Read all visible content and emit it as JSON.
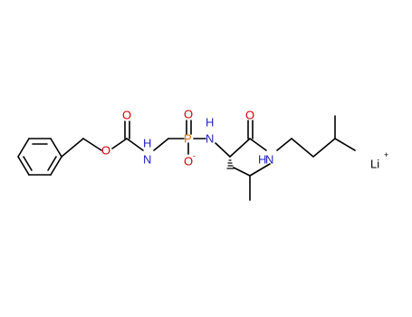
{
  "molecule": {
    "colors": {
      "bond": "#000000",
      "O": "#d40000",
      "N": "#1f1fbf",
      "P": "#d47800",
      "Li": "#000000"
    },
    "atoms": {
      "o_ester": "O",
      "o_carbonyl": "O",
      "n_carbamate": "N",
      "p_center": "P",
      "o_phosphoryl": "O",
      "o_phosphonate": "O",
      "o_phosphonate_charge": "-",
      "n_phosphonamide": "N",
      "n_phosphonamide_h": "H",
      "o_amide": "O",
      "n_amide": "N",
      "n_amide_h": "H",
      "n_carbamate_h": "H"
    },
    "counterion": {
      "symbol": "Li",
      "charge": "+"
    }
  }
}
